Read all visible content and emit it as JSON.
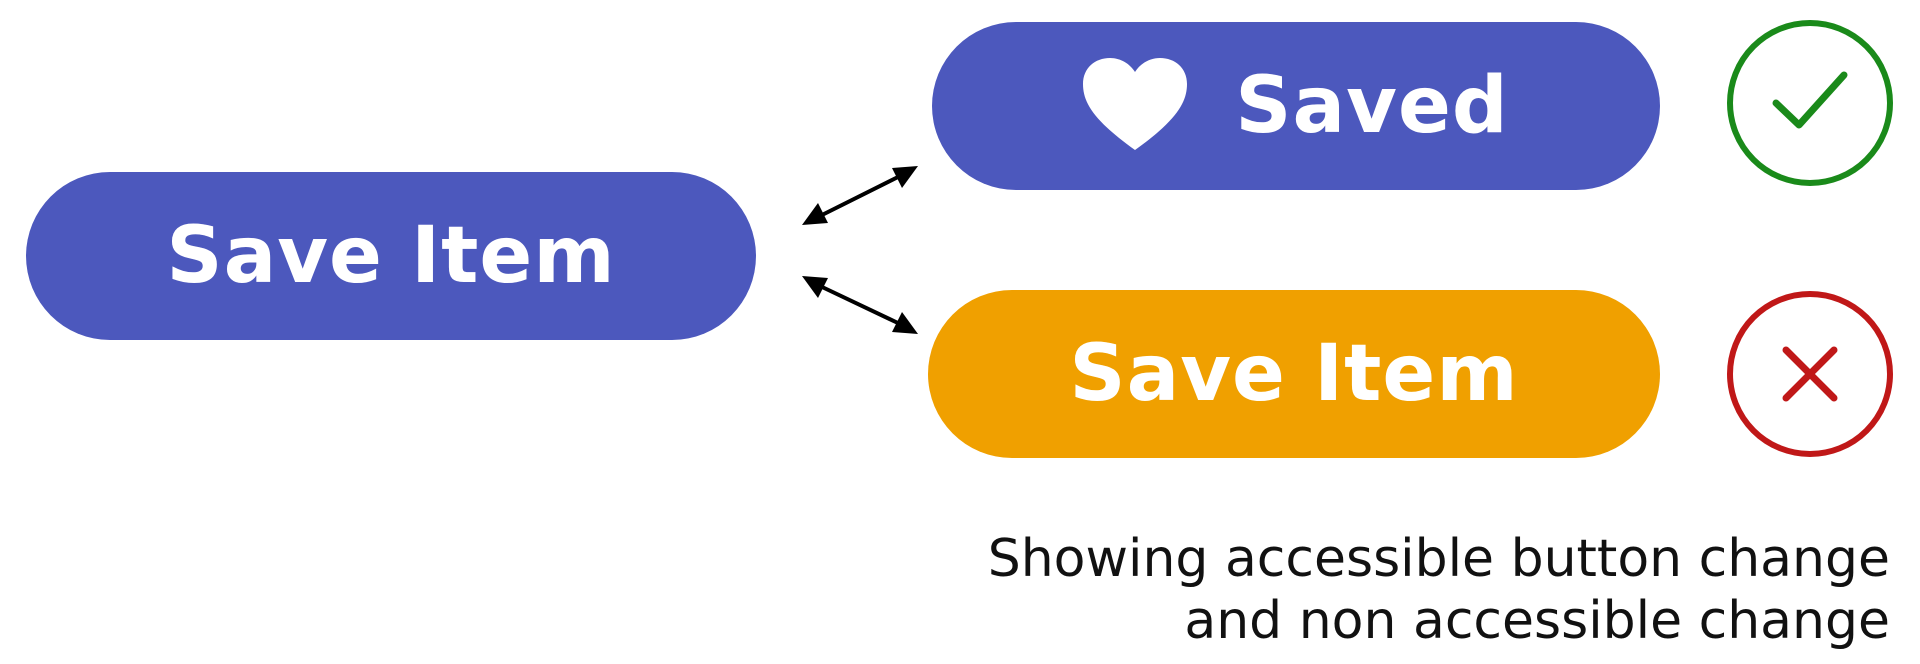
{
  "colors": {
    "primary_button": "#4c58bd",
    "orange_button": "#f0a000",
    "success": "#1a8a1a",
    "failure": "#c01818",
    "arrow": "#000000",
    "text_on_button": "#ffffff",
    "caption_text": "#111111"
  },
  "source_button": {
    "label": "Save Item"
  },
  "accessible_change": {
    "label": "Saved",
    "icon": "heart-icon",
    "status_icon": "check-circle-icon"
  },
  "non_accessible_change": {
    "label": "Save Item",
    "status_icon": "cross-circle-icon"
  },
  "caption": {
    "line1": "Showing accessible button change",
    "line2": "and non accessible change"
  }
}
